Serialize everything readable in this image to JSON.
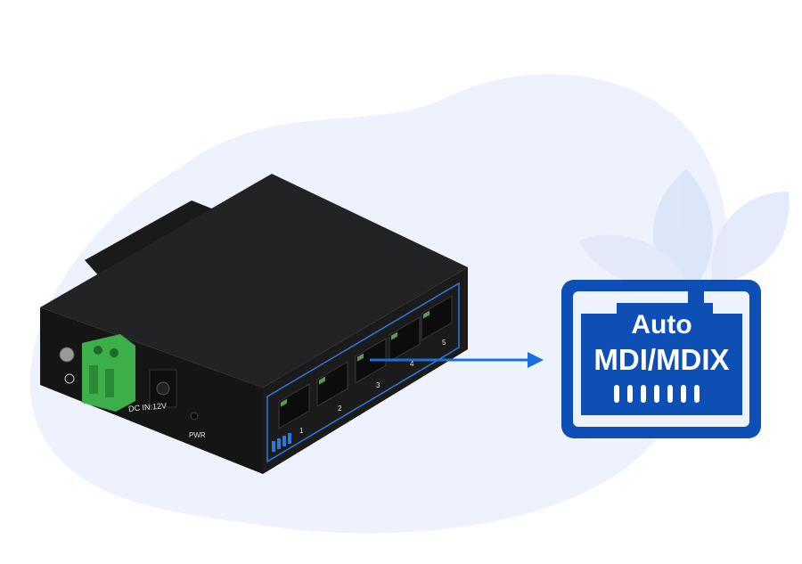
{
  "switch": {
    "power_label": "DC IN:12V",
    "pwr_label": "PWR",
    "ports": [
      "1",
      "2",
      "3",
      "4",
      "5"
    ]
  },
  "badge": {
    "line1": "Auto",
    "line2": "MDI/MDIX"
  },
  "colors": {
    "badge_blue": "#0d4fb5",
    "arrow_blue": "#1a6fdc",
    "blob": "#eef2fc",
    "terminal_green": "#3cae4a"
  }
}
